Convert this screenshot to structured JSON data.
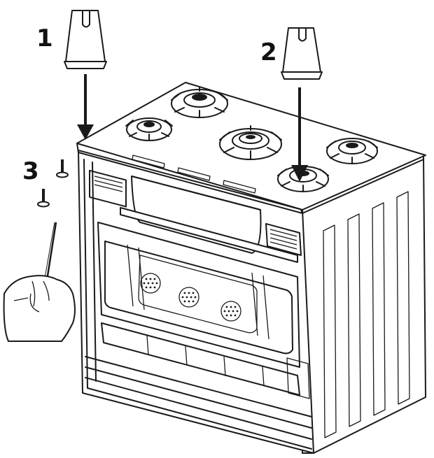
{
  "steps": [
    {
      "number": "1"
    },
    {
      "number": "2"
    },
    {
      "number": "3"
    }
  ],
  "icons": {
    "leg_foot": "rubber-foot-icon",
    "screw": "screw-icon",
    "screwdriver_hand": "hand-screwdriver-icon",
    "arrow": "down-arrow-icon"
  }
}
